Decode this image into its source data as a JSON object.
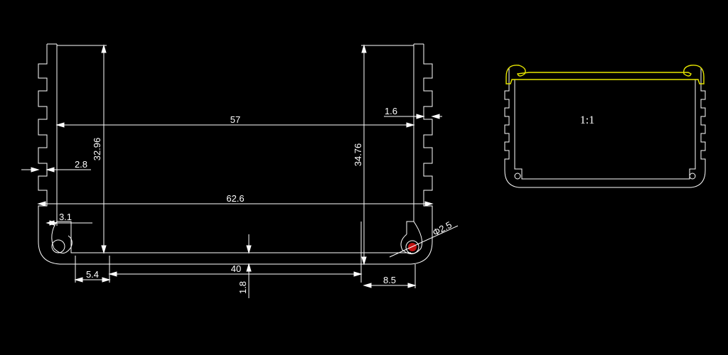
{
  "colors": {
    "background": "#000000",
    "outline": "#ffffff",
    "dimension": "#ffffff",
    "lid": "#e6e600",
    "hole_marker": "#c01010"
  },
  "dimensions": {
    "d57": "57",
    "d62_6": "62.6",
    "d32_96": "32.96",
    "d34_76": "34.76",
    "d2_8": "2.8",
    "d1_6": "1.6",
    "d3_1": "3.1",
    "d5_4": "5.4",
    "d40": "40",
    "d1_8": "1.8",
    "d8_5": "8.5",
    "d_phi2_5": "Φ2.5"
  },
  "scale_label": "1:1"
}
